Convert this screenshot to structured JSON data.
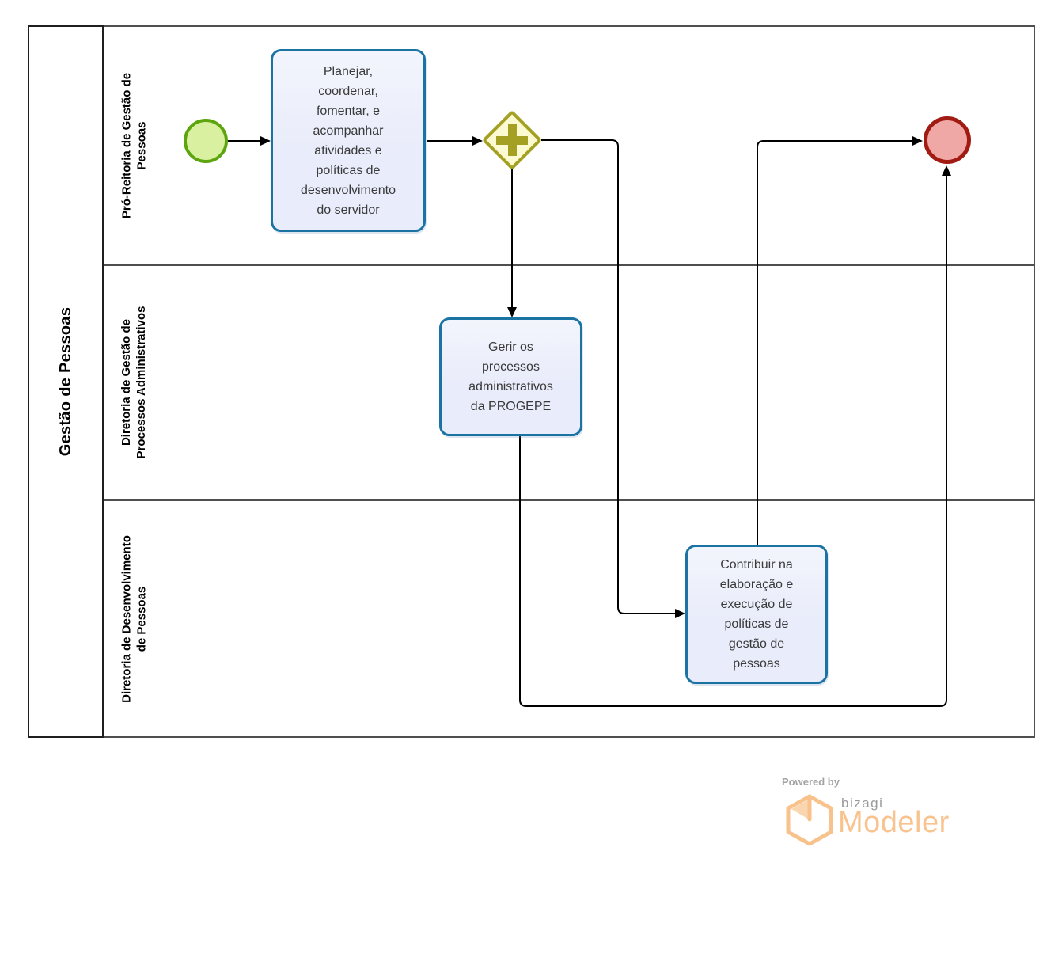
{
  "pool": {
    "label": "Gestão de Pessoas"
  },
  "lanes": [
    {
      "label": "Pró-Reitoria de Gestão de\nPessoas"
    },
    {
      "label": "Diretoria de Gestão de\nProcessos Administrativos"
    },
    {
      "label": "Diretoria de Desenvolvimento\nde Pessoas"
    }
  ],
  "tasks": [
    {
      "label": "Planejar,\ncoordenar,\nfomentar, e\nacompanhar\natividades e\npolíticas de\ndesenvolvimento\ndo servidor"
    },
    {
      "label": "Gerir os\nprocessos\nadministrativos\nda PROGEPE"
    },
    {
      "label": "Contribuir na\nelaboração e\nexecução de\npolíticas de\ngestão de\npessoas"
    }
  ],
  "events": {
    "start": "start-event",
    "end": "end-event",
    "gateway": "parallel-gateway"
  },
  "colors": {
    "task_border": "#1b73a3",
    "task_fill": "#e9ecfa",
    "gateway_border": "#a4a023",
    "gateway_fill": "#fbfad1",
    "start_border": "#5ca50e",
    "start_fill": "#d9f0a0",
    "end_border": "#a21b12",
    "end_fill": "#efa8a5",
    "connector": "#000000",
    "logo_orange": "#f9c38f",
    "logo_gray": "#a3a3a3"
  },
  "footer": {
    "powered_by": "Powered by",
    "brand": "bizagi",
    "product": "Modeler"
  }
}
